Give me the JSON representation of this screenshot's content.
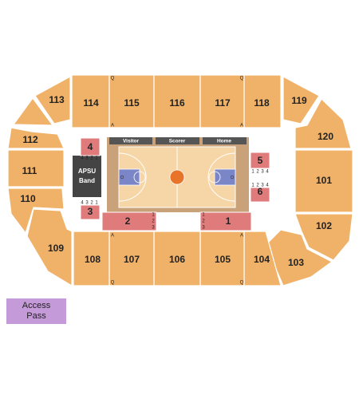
{
  "colors": {
    "section": "#f0b168",
    "floor_section": "#e07b7b",
    "court": "#f6d6a6",
    "court_edge": "#c9a27a",
    "header": "#555555",
    "band": "#444444",
    "access_pass": "#c49ad8"
  },
  "upper_sections": {
    "s101": "101",
    "s102": "102",
    "s103": "103",
    "s104": "104",
    "s105": "105",
    "s106": "106",
    "s107": "107",
    "s108": "108",
    "s109": "109",
    "s110": "110",
    "s111": "111",
    "s112": "112",
    "s113": "113",
    "s114": "114",
    "s115": "115",
    "s116": "116",
    "s117": "117",
    "s118": "118",
    "s119": "119",
    "s120": "120"
  },
  "floor_sections": {
    "s1": "1",
    "s2": "2",
    "s3": "3",
    "s4": "4",
    "s5": "5",
    "s6": "6"
  },
  "row_labels": {
    "r1": "1",
    "r2": "2",
    "r3": "3",
    "r4": "4"
  },
  "aisle_labels": {
    "q": "Q",
    "a": "A"
  },
  "court_headers": {
    "visitor": "Visitor",
    "scorer": "Scorer",
    "home": "Home"
  },
  "band_label": {
    "line1": "APSU",
    "line2": "Band"
  },
  "access_pass": {
    "line1": "Access",
    "line2": "Pass"
  }
}
